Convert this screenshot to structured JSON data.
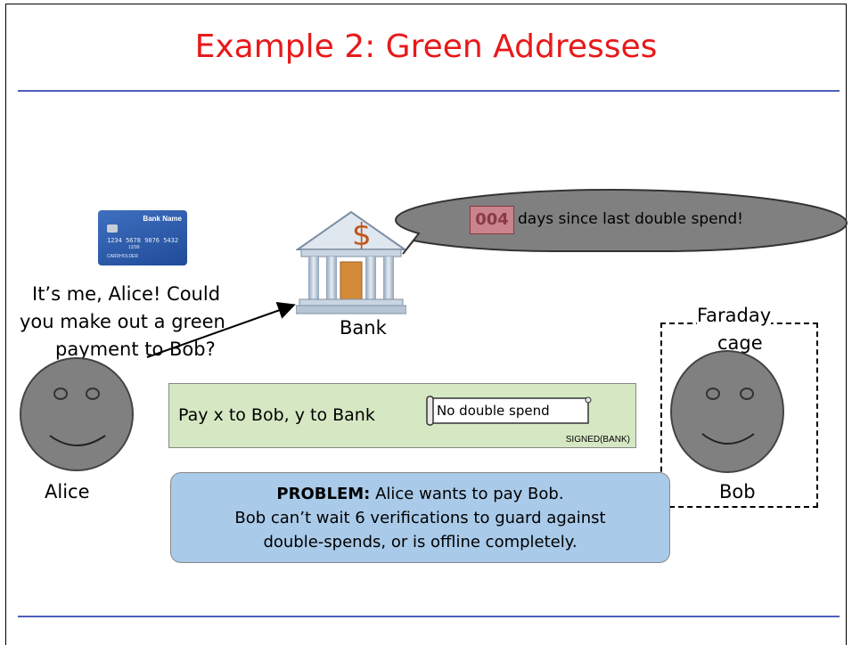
{
  "title": "Example 2: Green Addresses",
  "card": {
    "bank_name": "Bank Name",
    "number": "1234 5678 9876 5432",
    "expiry": "12/99",
    "holder": "CARDHOLDER"
  },
  "alice": {
    "speech_line1": "It’s me, Alice! Could",
    "speech_line2": "you make out a green",
    "speech_line3": "payment to Bob?",
    "label": "Alice"
  },
  "bank": {
    "label": "Bank",
    "symbol": "$",
    "counter": "004",
    "speech": "days since last double spend!"
  },
  "bob": {
    "label": "Bob",
    "cage_line1": "Faraday",
    "cage_line2": "cage"
  },
  "payment": {
    "text": "Pay x to Bob, y to Bank",
    "scroll": "No double spend",
    "signed": "SIGNED(BANK)"
  },
  "problem": {
    "heading": "PROBLEM:",
    "line1": " Alice wants to pay Bob.",
    "line2": "Bob can’t wait 6 verifications to guard against",
    "line3": "double-spends, or is offline completely."
  },
  "colors": {
    "title": "#e8191a",
    "rule": "#4f5fbd",
    "payment_bg": "#d6e8c3",
    "problem_bg": "#a9cae9",
    "speech_bubble": "#808080",
    "counter_bg": "#c9848c"
  }
}
